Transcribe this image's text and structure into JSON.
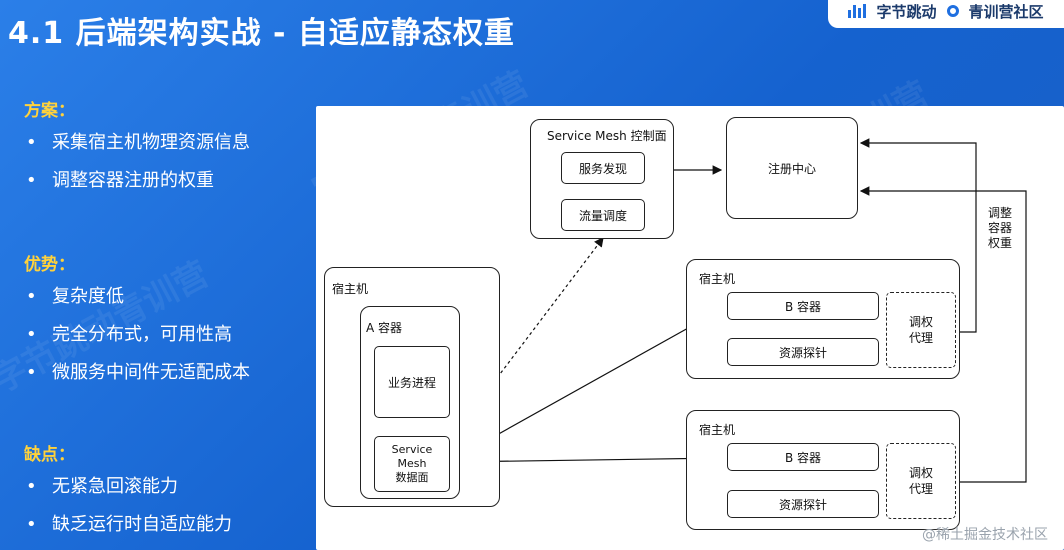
{
  "title": "4.1 后端架构实战 - 自适应静态权重",
  "logo": {
    "left": "字节跳动",
    "right": "青训营社区"
  },
  "watermark": "字节跳动青训营",
  "sections": [
    {
      "heading": "方案：",
      "bullets": [
        "采集宿主机物理资源信息",
        "调整容器注册的权重"
      ]
    },
    {
      "heading": "优势：",
      "bullets": [
        "复杂度低",
        "完全分布式，可用性高",
        "微服务中间件无适配成本"
      ]
    },
    {
      "heading": "缺点：",
      "bullets": [
        "无紧急回滚能力",
        "缺乏运行时自适应能力"
      ]
    }
  ],
  "diagram": {
    "control_plane": {
      "title": "Service Mesh 控制面",
      "service_discovery": "服务发现",
      "traffic_scheduling": "流量调度"
    },
    "registry": "注册中心",
    "adjust_weight": [
      "调整",
      "容器",
      "权重"
    ],
    "host_a": {
      "title": "宿主机",
      "container": "A 容器",
      "business_process": "业务进程",
      "data_plane": [
        "Service",
        "Mesh",
        "数据面"
      ]
    },
    "host_b1": {
      "title": "宿主机",
      "container": "B 容器",
      "resource_probe": "资源探针",
      "weight_agent": [
        "调权",
        "代理"
      ]
    },
    "host_b2": {
      "title": "宿主机",
      "container": "B 容器",
      "resource_probe": "资源探针",
      "weight_agent": [
        "调权",
        "代理"
      ]
    }
  },
  "footer_credit": "@稀土掘金技术社区"
}
